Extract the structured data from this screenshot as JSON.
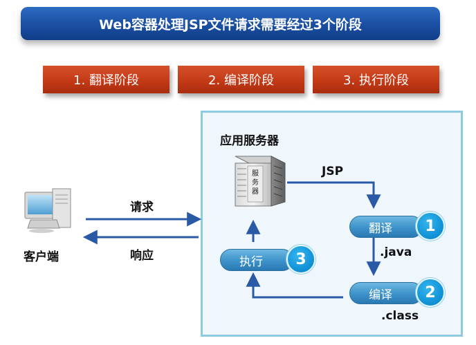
{
  "title": "Web容器处理JSP文件请求需要经过3个阶段",
  "stages": [
    "1. 翻译阶段",
    "2. 编译阶段",
    "3. 执行阶段"
  ],
  "server_box": {
    "title": "应用服务器",
    "server_icon_text": [
      "服",
      "务",
      "器"
    ],
    "jsp_label": "JSP",
    "java_label": ".java",
    "class_label": ".class",
    "steps": [
      {
        "label": "翻译",
        "number": "1"
      },
      {
        "label": "编译",
        "number": "2"
      },
      {
        "label": "执行",
        "number": "3"
      }
    ]
  },
  "client": {
    "label": "客户端"
  },
  "request_label": "请求",
  "response_label": "响应",
  "colors": {
    "banner": "#1d53a6",
    "stage": "#c43a17",
    "box_border": "#8ecbe0",
    "arrow": "#2a5aa6",
    "pill": "#3f95cc",
    "number_circle": "#1494d8"
  }
}
